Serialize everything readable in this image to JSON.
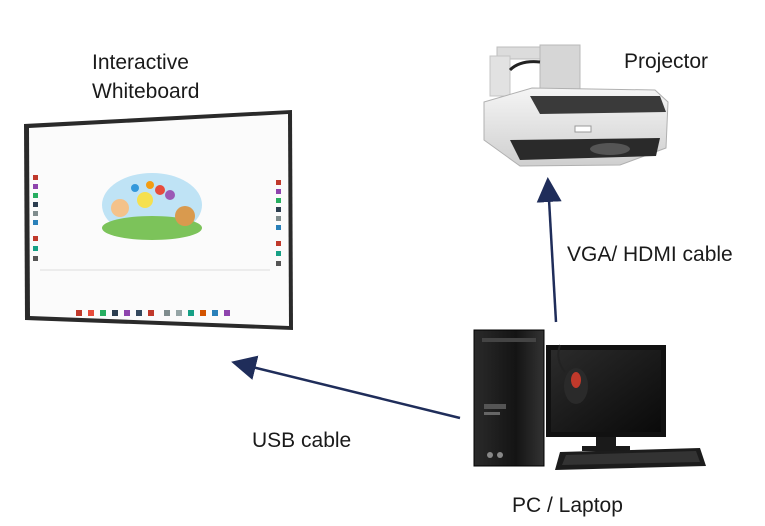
{
  "labels": {
    "whiteboard_line1": "Interactive",
    "whiteboard_line2": "Whiteboard",
    "projector": "Projector",
    "vga_cable": "VGA/ HDMI cable",
    "usb_cable": "USB cable",
    "pc": "PC / Laptop"
  },
  "colors": {
    "arrow": "#1f2d5a",
    "board_frame": "#2a2a2a",
    "projector_body": "#e6e6e6",
    "projector_band": "#3a3a3a",
    "tower": "#1a1a1a",
    "monitor": "#111111"
  },
  "icons": [
    "whiteboard-image",
    "projector-image",
    "pc-tower-image",
    "monitor-image",
    "keyboard-image",
    "mouse-image"
  ]
}
